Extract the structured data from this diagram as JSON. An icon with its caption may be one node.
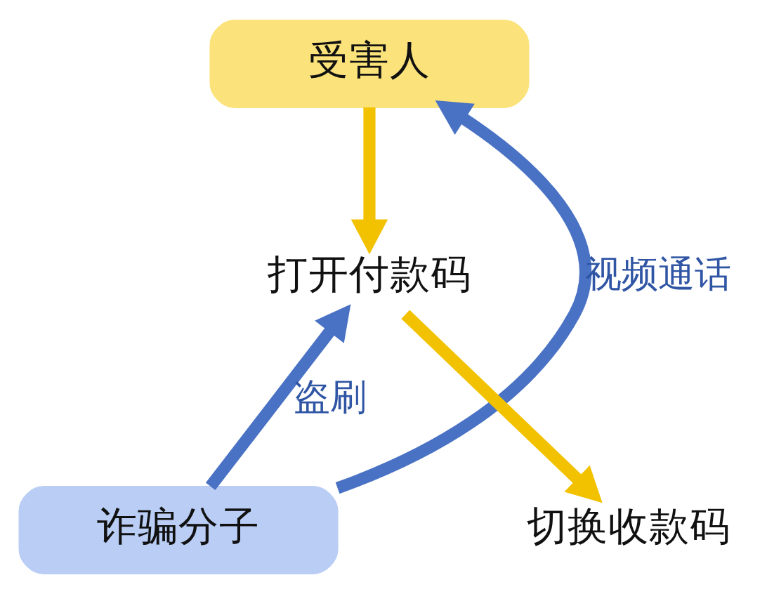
{
  "diagram": {
    "nodes": [
      {
        "text": [
          "受害人"
        ]
      },
      {
        "text": [
          "诈骗分子"
        ]
      },
      {
        "text": [
          "打开付款码"
        ]
      },
      {
        "text": [
          "切换收款码"
        ]
      }
    ],
    "edges": [
      {
        "from": 1,
        "to": 0,
        "arrow": "to",
        "label": "视频通话",
        "color": "#4a72c4"
      },
      {
        "from": 0,
        "to": 2,
        "arrow": "to",
        "color": "#f2c200"
      },
      {
        "from": 2,
        "to": 3,
        "arrow": "to",
        "color": "#f2c200"
      },
      {
        "from": 1,
        "to": 2,
        "arrow": "to",
        "label": "盗刷",
        "color": "#4a72c4"
      }
    ]
  }
}
